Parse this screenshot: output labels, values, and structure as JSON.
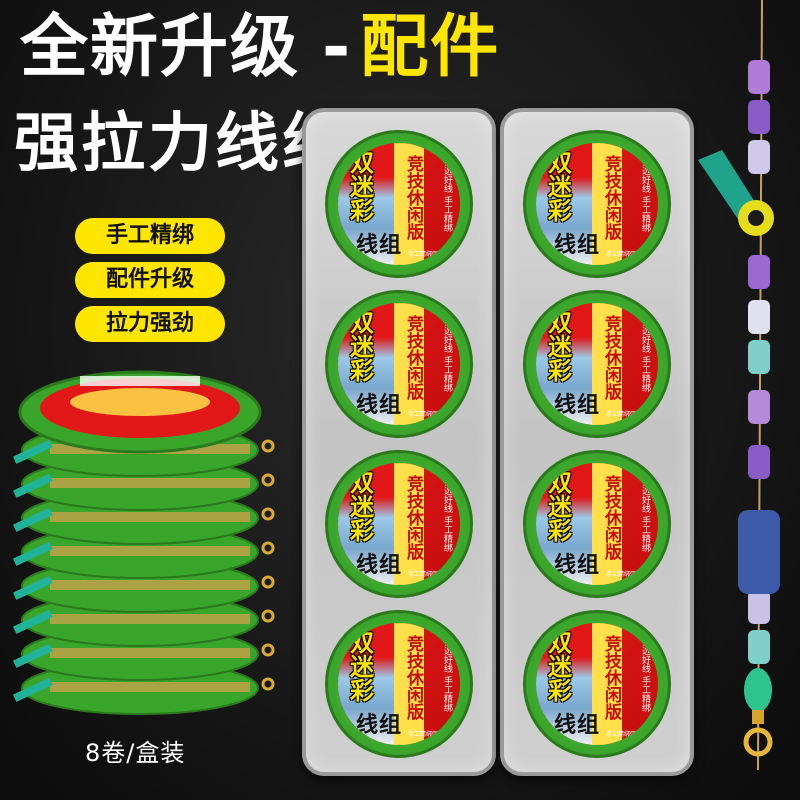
{
  "headline": {
    "line1": "全新升级",
    "dash": "-",
    "accent": "配件",
    "line2": "强拉力线组"
  },
  "features": [
    "手工精绑",
    "配件升级",
    "拉力强劲"
  ],
  "caption": "8卷/盒装",
  "spool_label": {
    "title": "双迷彩",
    "group": "线组",
    "subtitle": "竞技休闲版",
    "slogan": "优选好线 手工精绑",
    "tagline": "手工精绑强劲拉力"
  },
  "colors": {
    "accent": "#ffe600",
    "label_red": "#e21818",
    "spool_green": "#3aa52b",
    "box_grey": "#c8c8c8"
  }
}
